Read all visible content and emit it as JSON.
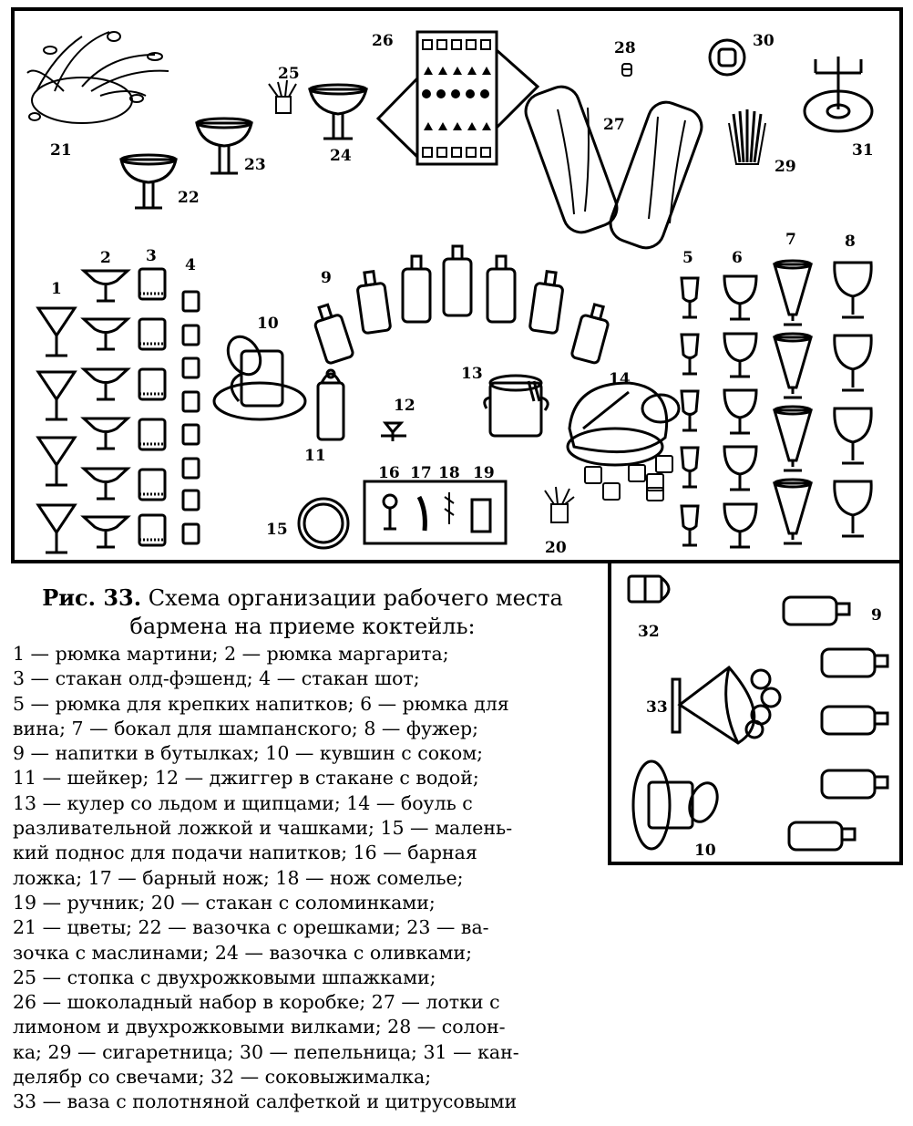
{
  "figure": {
    "fig_label": "Рис. 33.",
    "title_rest": "Схема организации рабочего места",
    "title_line2": "бармена на приеме коктейль:",
    "caption_lines": [
      "1 — рюмка мартини; 2 — рюмка маргарита;",
      "3 — стакан олд-фэшенд; 4 — стакан шот;",
      "5 — рюмка для крепких напитков; 6 — рюмка для",
      "вина; 7 — бокал для шампанского; 8 — фужер;",
      "9 — напитки в бутылках; 10 — кувшин с соком;",
      "11 — шейкер; 12 — джиггер в стакане с водой;",
      "13 — кулер со льдом и щипцами; 14 — боуль с",
      "разливательной ложкой и чашками; 15 — малень-",
      "кий поднос для подачи напитков; 16 — барная",
      "ложка; 17 — барный нож; 18 — нож сомелье;",
      "19 — ручник; 20 — стакан с соломинками;",
      "21 — цветы; 22 — вазочка с орешками; 23 — ва-",
      "зочка с маслинами; 24 — вазочка с оливками;",
      "25 — стопка с двухрожковыми шпажками;",
      "26 — шоколадный набор в коробке; 27 — лотки с",
      "лимоном и двухрожковыми вилками; 28 — солон-",
      "ка; 29 — сигаретница; 30 — пепельница; 31 — кан-",
      "делябр со свечами; 32 — соковыжималка;",
      "33 — ваза с полотняной салфеткой и цитрусовыми"
    ]
  },
  "labels": {
    "n1": "1",
    "n2": "2",
    "n3": "3",
    "n4": "4",
    "n5": "5",
    "n6": "6",
    "n7": "7",
    "n8": "8",
    "n9": "9",
    "n10": "10",
    "n11": "11",
    "n12": "12",
    "n13": "13",
    "n14": "14",
    "n15": "15",
    "n16": "16",
    "n17": "17",
    "n18": "18",
    "n19": "19",
    "n20": "20",
    "n21": "21",
    "n22": "22",
    "n23": "23",
    "n24": "24",
    "n25": "25",
    "n26": "26",
    "n27": "27",
    "n28": "28",
    "n29": "29",
    "n30": "30",
    "n31": "31",
    "n32": "32",
    "n33": "33",
    "n9b": "9",
    "n10b": "10"
  }
}
